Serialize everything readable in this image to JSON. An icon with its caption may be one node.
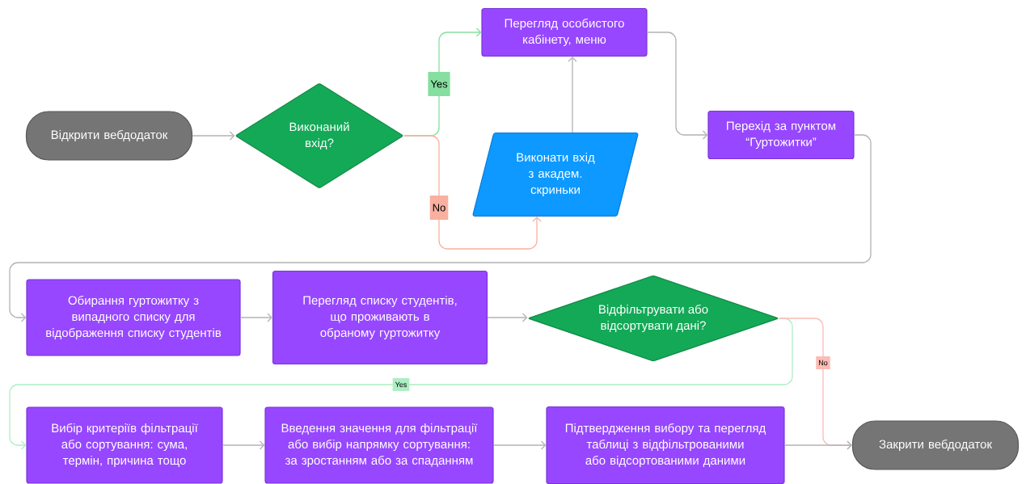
{
  "diagram": {
    "nodes": [
      {
        "text": [
          "Відкрити вебдодаток"
        ]
      },
      {
        "text": [
          "Виконаний вхід?"
        ]
      },
      {
        "text": [
          "Перегляд особистого кабінету, меню"
        ]
      },
      {
        "text": [
          "Виконати вхід з академ. скриньки"
        ]
      },
      {
        "text": [
          "Перехід за пунктом “Гуртожитки”"
        ]
      },
      {
        "text": [
          "Обирання гуртожитку з випадного списку для відображення списку студентів"
        ]
      },
      {
        "text": [
          "Перегляд списку студентів, що проживають в обраному гуртожитку"
        ]
      },
      {
        "text": [
          "Відфільтрувати або відсортувати дані?"
        ]
      },
      {
        "text": [
          "Вибір критеріїв фільтрації або сортування: сума, термін, причина тощо"
        ]
      },
      {
        "text": [
          "Введення значення для фільтрації або вибір напрямку сортування: за зростанням або за спаданням"
        ]
      },
      {
        "text": [
          "Підтвердження вибору та перегляд таблиці з відфільтрованими або відсортованими даними"
        ]
      },
      {
        "text": [
          "Закрити вебдодаток"
        ]
      }
    ],
    "edges": [
      {
        "from": 0,
        "to": 1,
        "arrow": "to"
      },
      {
        "from": 1,
        "to": 2,
        "arrow": "to",
        "label": "Yes",
        "color": "#86dfa0"
      },
      {
        "from": 1,
        "to": 3,
        "arrow": "to",
        "label": "No",
        "color": "#f9b0a0"
      },
      {
        "from": 3,
        "to": 2,
        "arrow": "to"
      },
      {
        "from": 2,
        "to": 4,
        "arrow": "to"
      },
      {
        "from": 4,
        "to": 5,
        "arrow": "to"
      },
      {
        "from": 5,
        "to": 6,
        "arrow": "to"
      },
      {
        "from": 6,
        "to": 7,
        "arrow": "to"
      },
      {
        "from": 7,
        "to": 8,
        "arrow": "to",
        "label": "Yes",
        "color": "#aeeec4"
      },
      {
        "from": 7,
        "to": 11,
        "arrow": "to",
        "label": "No",
        "color": "#fcbcb4"
      },
      {
        "from": 8,
        "to": 9,
        "arrow": "to"
      },
      {
        "from": 9,
        "to": 10,
        "arrow": "to"
      },
      {
        "from": 10,
        "to": 11,
        "arrow": "to"
      }
    ]
  }
}
